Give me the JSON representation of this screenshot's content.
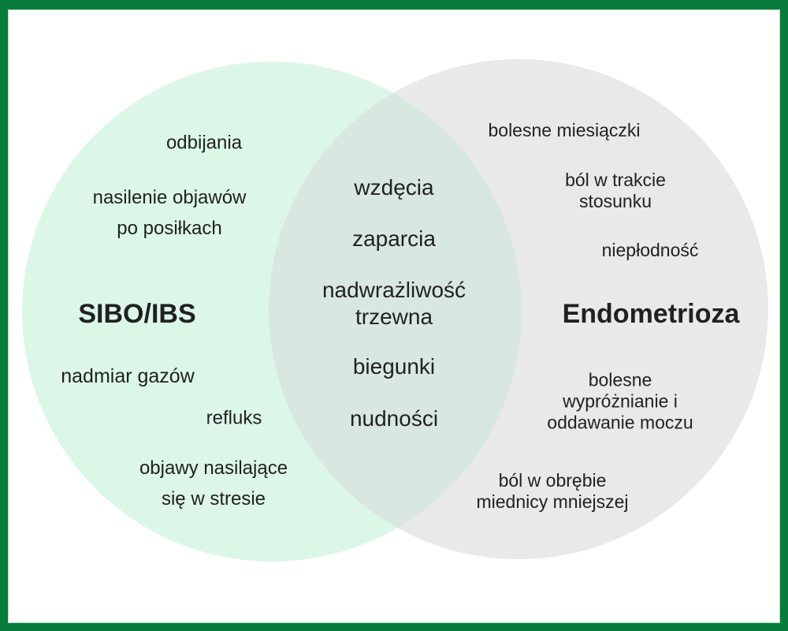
{
  "frame": {
    "border_color": "#077c3a",
    "inner_line_color": "#b5dcc3",
    "background_color": "#ffffff",
    "text_color": "#212121"
  },
  "venn": {
    "left": {
      "title": "SIBO/IBS",
      "circle_color": "#dcf7e8",
      "items": [
        "odbijania",
        "nasilenie objawów\npo posiłkach",
        "nadmiar gazów",
        "refluks",
        "objawy nasilające\nsię w stresie"
      ]
    },
    "right": {
      "title": "Endometrioza",
      "circle_color": "#e9e9e9",
      "items": [
        "bolesne miesiączki",
        "ból w trakcie\nstosunku",
        "niepłodność",
        "bolesne\nwypróżnianie i\noddawanie moczu",
        "ból w obrębie\nmiednicy mniejszej"
      ]
    },
    "overlap": {
      "circle_color": "#d8e8e0",
      "items": [
        "wzdęcia",
        "zaparcia",
        "nadwrażliwość\ntrzewna",
        "biegunki",
        "nudności"
      ]
    }
  }
}
